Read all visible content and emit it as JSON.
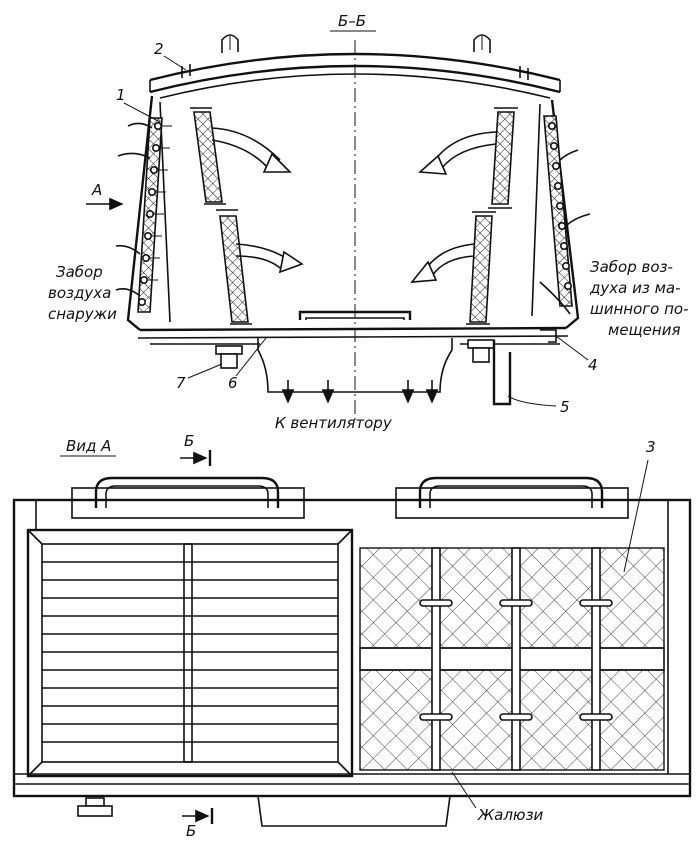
{
  "section_title": "Б–Б",
  "view_title": "Вид А",
  "arrow_A_label": "А",
  "section_mark_top": "Б",
  "section_mark_bottom": "Б",
  "intake_outside_label": [
    "Забор",
    "воздуха",
    "снаружи"
  ],
  "intake_room_label": [
    "Забор воз-",
    "духа из ма-",
    "шинного по-",
    "мещения"
  ],
  "to_fan_label": "К вентилятору",
  "louvers_label": "Жалюзи",
  "callouts": [
    "1",
    "2",
    "3",
    "4",
    "5",
    "6",
    "7"
  ]
}
